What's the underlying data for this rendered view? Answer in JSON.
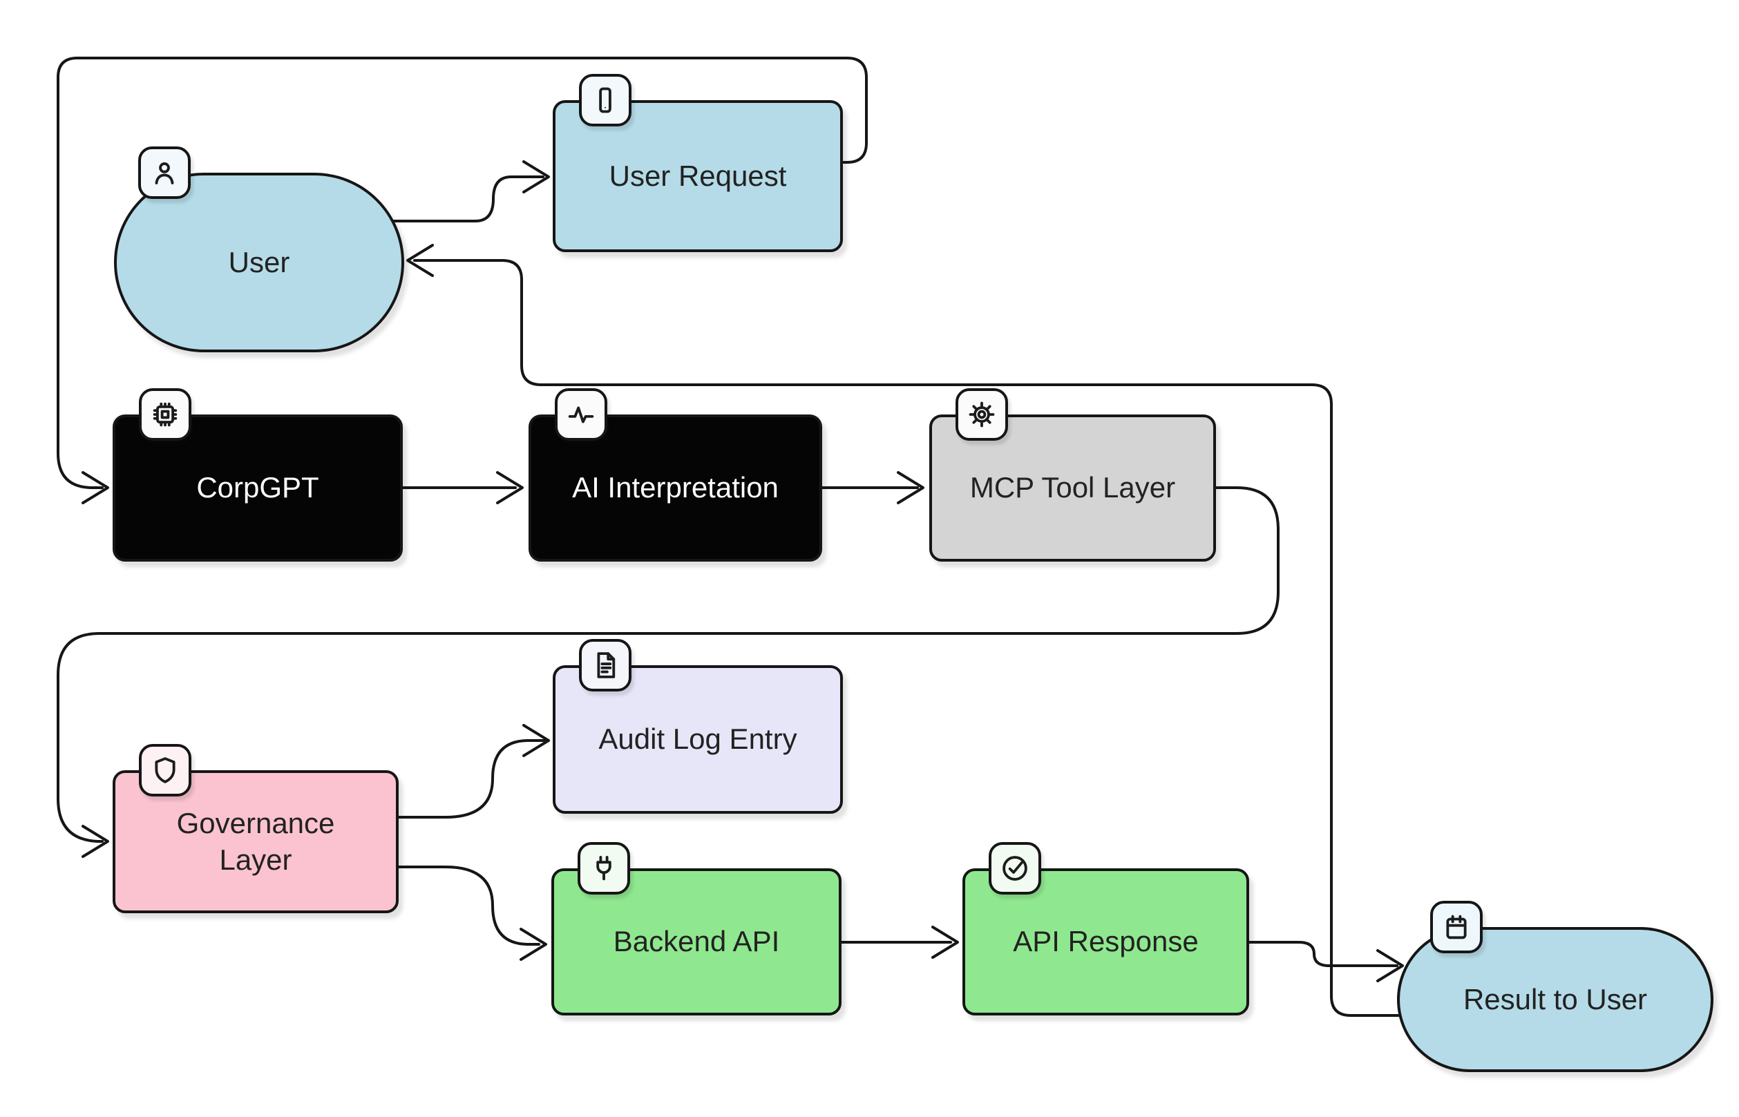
{
  "diagram": {
    "type": "flowchart",
    "background": "#ffffff",
    "edge_color": "#161616",
    "node_border_color": "#161616"
  },
  "nodes": {
    "user": {
      "label": "User",
      "shape": "stadium",
      "fill": "#b5dbe8",
      "text_color": "#222222",
      "icon": "person-icon",
      "badge_fill": "#f2f8fb"
    },
    "user_request": {
      "label": "User Request",
      "shape": "rect",
      "fill": "#b5dbe8",
      "text_color": "#222222",
      "icon": "smartphone-icon",
      "badge_fill": "#f2f8fb"
    },
    "corpgpt": {
      "label": "CorpGPT",
      "shape": "rect",
      "fill": "#050505",
      "text_color": "#ffffff",
      "icon": "cpu-icon",
      "badge_fill": "#fbfbfb"
    },
    "ai_interpretation": {
      "label": "AI Interpretation",
      "shape": "rect",
      "fill": "#050505",
      "text_color": "#ffffff",
      "icon": "activity-icon",
      "badge_fill": "#fbfbfb"
    },
    "mcp_tool_layer": {
      "label": "MCP Tool Layer",
      "shape": "rect",
      "fill": "#d4d4d4",
      "text_color": "#222222",
      "icon": "gear-icon",
      "badge_fill": "#fbfbfb"
    },
    "governance_layer": {
      "label": "Governance\nLayer",
      "shape": "rect",
      "fill": "#fac3cf",
      "text_color": "#222222",
      "icon": "shield-icon",
      "badge_fill": "#fdf1f4"
    },
    "audit_log_entry": {
      "label": "Audit Log Entry",
      "shape": "rect",
      "fill": "#e6e6f8",
      "text_color": "#222222",
      "icon": "file-text-icon",
      "badge_fill": "#f5f5fc"
    },
    "backend_api": {
      "label": "Backend API",
      "shape": "rect",
      "fill": "#8fe88f",
      "text_color": "#222222",
      "icon": "plug-icon",
      "badge_fill": "#f1fbf1"
    },
    "api_response": {
      "label": "API Response",
      "shape": "rect",
      "fill": "#8fe88f",
      "text_color": "#222222",
      "icon": "check-circle-icon",
      "badge_fill": "#f1fbf1"
    },
    "result_to_user": {
      "label": "Result to User",
      "shape": "stadium",
      "fill": "#b5dbe8",
      "text_color": "#222222",
      "icon": "calendar-icon",
      "badge_fill": "#eef7fb"
    }
  },
  "edges": [
    {
      "from": "User",
      "to": "User Request"
    },
    {
      "from": "User Request",
      "to": "CorpGPT"
    },
    {
      "from": "CorpGPT",
      "to": "AI Interpretation"
    },
    {
      "from": "AI Interpretation",
      "to": "MCP Tool Layer"
    },
    {
      "from": "MCP Tool Layer",
      "to": "Governance Layer"
    },
    {
      "from": "Governance Layer",
      "to": "Audit Log Entry"
    },
    {
      "from": "Governance Layer",
      "to": "Backend API"
    },
    {
      "from": "Backend API",
      "to": "API Response"
    },
    {
      "from": "API Response",
      "to": "Result to User"
    },
    {
      "from": "Result to User",
      "to": "User"
    }
  ]
}
